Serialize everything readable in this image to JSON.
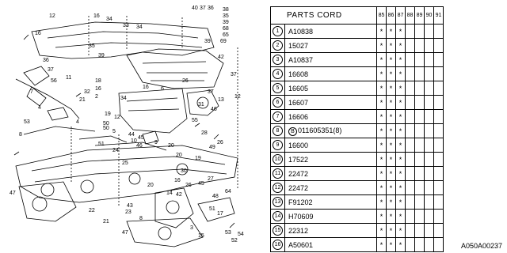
{
  "diagram": {
    "callouts": [
      "12",
      "16",
      "34",
      "33",
      "34",
      "40",
      "37",
      "36",
      "38",
      "35",
      "39",
      "68",
      "65",
      "69",
      "39",
      "16",
      "36",
      "37",
      "42",
      "37",
      "26",
      "16",
      "6",
      "35",
      "39",
      "56",
      "11",
      "18",
      "16",
      "2",
      "32",
      "21",
      "50",
      "34",
      "4",
      "7",
      "4",
      "53",
      "8",
      "12",
      "46",
      "55",
      "37",
      "31",
      "13",
      "19",
      "12",
      "50",
      "5",
      "44",
      "45",
      "10",
      "46",
      "9",
      "20",
      "28",
      "49",
      "26",
      "20",
      "19",
      "51",
      "24",
      "25",
      "30",
      "16",
      "27",
      "20",
      "47",
      "23",
      "22",
      "43",
      "21",
      "8",
      "47",
      "14",
      "42",
      "26",
      "45",
      "48",
      "64",
      "51",
      "17",
      "3",
      "15",
      "53",
      "54",
      "52"
    ]
  },
  "table": {
    "header_code": "PARTS CORD",
    "years": [
      "85",
      "86",
      "87",
      "88",
      "89",
      "90",
      "91"
    ],
    "rows": [
      {
        "no": "1",
        "code": "A10838",
        "marks": [
          "*",
          "*",
          "*",
          "",
          "",
          "",
          ""
        ]
      },
      {
        "no": "2",
        "code": "15027",
        "marks": [
          "*",
          "*",
          "*",
          "",
          "",
          "",
          ""
        ]
      },
      {
        "no": "3",
        "code": "A10837",
        "marks": [
          "*",
          "*",
          "*",
          "",
          "",
          "",
          ""
        ]
      },
      {
        "no": "4",
        "code": "16608",
        "marks": [
          "*",
          "*",
          "*",
          "",
          "",
          "",
          ""
        ]
      },
      {
        "no": "5",
        "code": "16605",
        "marks": [
          "*",
          "*",
          "*",
          "",
          "",
          "",
          ""
        ]
      },
      {
        "no": "6",
        "code": "16607",
        "marks": [
          "*",
          "*",
          "*",
          "",
          "",
          "",
          ""
        ]
      },
      {
        "no": "7",
        "code": "16606",
        "marks": [
          "*",
          "*",
          "*",
          "",
          "",
          "",
          ""
        ]
      },
      {
        "no": "8",
        "code_prefix": "B",
        "code": "011605351(8)",
        "marks": [
          "*",
          "*",
          "*",
          "",
          "",
          "",
          ""
        ]
      },
      {
        "no": "9",
        "code": "16600",
        "marks": [
          "*",
          "*",
          "*",
          "",
          "",
          "",
          ""
        ]
      },
      {
        "no": "10",
        "code": "17522",
        "marks": [
          "*",
          "*",
          "*",
          "",
          "",
          "",
          ""
        ]
      },
      {
        "no": "11",
        "code": "22472",
        "marks": [
          "*",
          "*",
          "*",
          "",
          "",
          "",
          ""
        ]
      },
      {
        "no": "12",
        "code": "22472",
        "marks": [
          "*",
          "*",
          "*",
          "",
          "",
          "",
          ""
        ]
      },
      {
        "no": "13",
        "code": "F91202",
        "marks": [
          "*",
          "*",
          "*",
          "",
          "",
          "",
          ""
        ]
      },
      {
        "no": "14",
        "code": "H70609",
        "marks": [
          "*",
          "*",
          "*",
          "",
          "",
          "",
          ""
        ]
      },
      {
        "no": "15",
        "code": "22312",
        "marks": [
          "*",
          "*",
          "*",
          "",
          "",
          "",
          ""
        ]
      },
      {
        "no": "16",
        "code": "A50601",
        "marks": [
          "*",
          "*",
          "*",
          "",
          "",
          "",
          ""
        ]
      }
    ]
  },
  "footer": "A050A00237"
}
